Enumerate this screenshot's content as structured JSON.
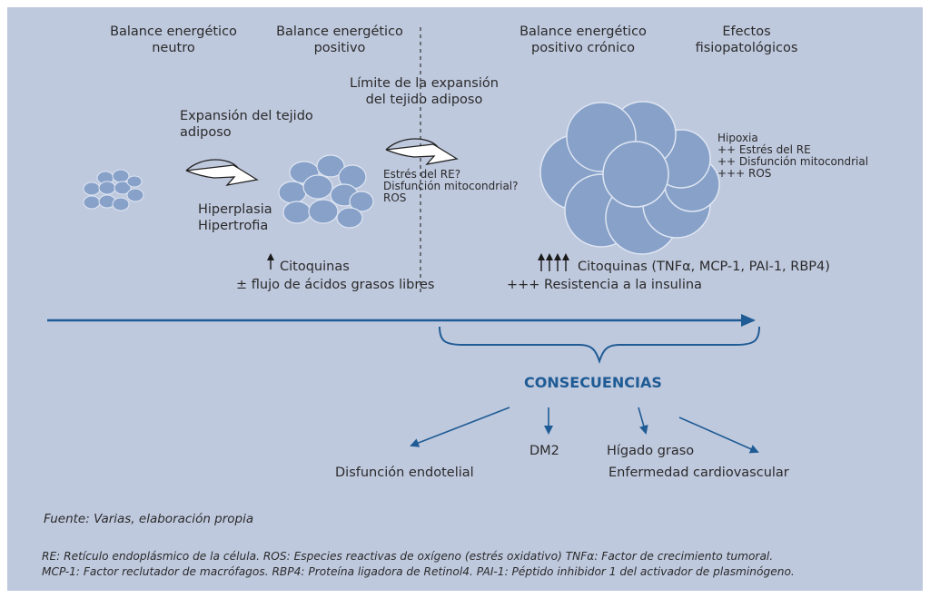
{
  "stages": {
    "neutral": "Balance energético\nneutro",
    "positive": "Balance energético\npositivo",
    "chronic": "Balance energético\npositivo crónico",
    "effects": "Efectos\nfisiopatológicos"
  },
  "limit": "Límite de la expansión\ndel tejido adiposo",
  "expansion": "Expansión del tejido\nadiposo",
  "hyper": "Hiperplasia\nHipertrofia",
  "stress_q": "Estrés del RE?\nDisfunción mitocondrial?\nROS",
  "chronic_effects": "Hipoxia\n++ Estrés del RE\n++ Disfunción mitocondrial\n+++ ROS",
  "cytokines_left": "Citoquinas",
  "fatty_acids": "± flujo de ácidos grasos libres",
  "cytokines_right": "Citoquinas (TNFα, MCP-1, PAI-1, RBP4)",
  "insulin": "+++ Resistencia a la insulina",
  "consequences_title": "CONSECUENCIAS",
  "consequences": {
    "endothelial": "Disfunción endotelial",
    "dm2": "DM2",
    "liver": "Hígado graso",
    "cardio": "Enfermedad cardiovascular"
  },
  "source": "Fuente: Varias, elaboración propia",
  "notes": "RE: Retículo endoplásmico de la célula. ROS: Especies reactivas de oxígeno (estrés oxidativo) TNFα: Factor de crecimiento tumoral.\nMCP-1: Factor reclutador de macrófagos. RBP4: Proteína ligadora de Retinol4. PAI-1: Péptido inhibidor 1 del activador de plasminógeno.",
  "colors": {
    "panel": "#bfc9de",
    "cell": "#87a1c9",
    "arrow": "#1f5b94"
  }
}
